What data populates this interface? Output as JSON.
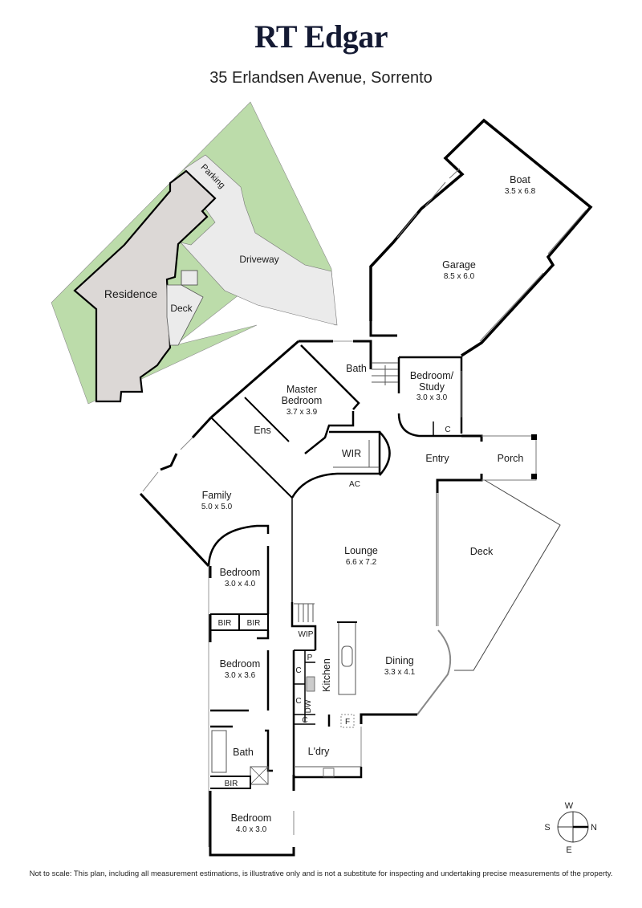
{
  "header": {
    "brand": "RT Edgar",
    "address": "35 Erlandsen Avenue, Sorrento"
  },
  "colors": {
    "brand_navy": "#141a33",
    "lawn_green": "#bcdcaa",
    "residence_fill": "#dcd8d6",
    "driveway_fill": "#ebebeb",
    "wall": "#000000"
  },
  "site_plan": {
    "residence": "Residence",
    "deck": "Deck",
    "driveway": "Driveway",
    "parking": "Parking"
  },
  "rooms": {
    "boat": {
      "name": "Boat",
      "dims": "3.5 x 6.8"
    },
    "garage": {
      "name": "Garage",
      "dims": "8.5 x 6.0"
    },
    "master_bedroom": {
      "name_line1": "Master",
      "name_line2": "Bedroom",
      "dims": "3.7 x 3.9"
    },
    "bath_upper": {
      "name": "Bath"
    },
    "bedroom_study": {
      "name_line1": "Bedroom/",
      "name_line2": "Study",
      "dims": "3.0 x 3.0"
    },
    "study_cupboard": {
      "name": "C"
    },
    "ensuite": {
      "name": "Ens"
    },
    "wir": {
      "name": "WIR"
    },
    "ac": {
      "name": "AC"
    },
    "entry": {
      "name": "Entry"
    },
    "porch": {
      "name": "Porch"
    },
    "family": {
      "name": "Family",
      "dims": "5.0 x 5.0"
    },
    "lounge": {
      "name": "Lounge",
      "dims": "6.6 x 7.2"
    },
    "deck": {
      "name": "Deck"
    },
    "bedroom_1": {
      "name": "Bedroom",
      "dims": "3.0 x 4.0"
    },
    "bir_1": {
      "name": "BIR"
    },
    "bir_2": {
      "name": "BIR"
    },
    "bedroom_2": {
      "name": "Bedroom",
      "dims": "3.0 x 3.6"
    },
    "wip": {
      "name": "WIP"
    },
    "pantry": {
      "name": "P"
    },
    "cupboard_1": {
      "name": "C"
    },
    "cupboard_2": {
      "name": "C"
    },
    "cupboard_3": {
      "name": "C"
    },
    "dishwasher": {
      "name": "DW"
    },
    "kitchen": {
      "name": "Kitchen"
    },
    "dining": {
      "name": "Dining",
      "dims": "3.3 x 4.1"
    },
    "fridge": {
      "name": "F"
    },
    "laundry": {
      "name": "L'dry"
    },
    "bath_lower": {
      "name": "Bath"
    },
    "bir_3": {
      "name": "BIR"
    },
    "bedroom_3": {
      "name": "Bedroom",
      "dims": "4.0 x 3.0"
    }
  },
  "compass": {
    "north": "N",
    "south": "S",
    "east": "E",
    "west": "W"
  },
  "footer": {
    "disclaimer": "Not to scale: This plan, including all measurement estimations, is illustrative only and is not a substitute for inspecting and undertaking precise measurements of the property."
  }
}
